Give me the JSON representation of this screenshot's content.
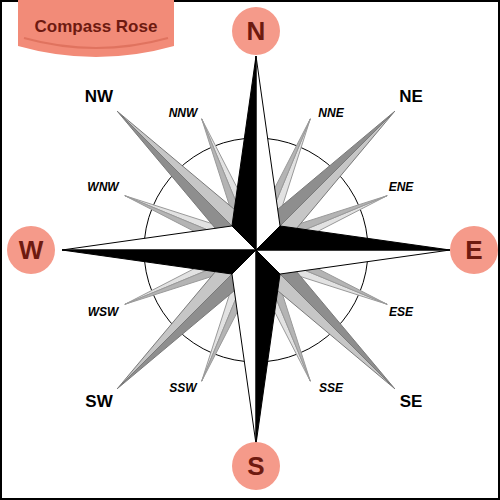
{
  "diagram": {
    "nodes": [
      {
        "text": [
          "Compass Rose"
        ]
      },
      {
        "text": [
          "N"
        ]
      },
      {
        "text": [
          "W"
        ]
      },
      {
        "text": [
          "E"
        ]
      },
      {
        "text": [
          "S"
        ]
      }
    ],
    "labels": [
      "NW",
      "NNW",
      "NNE",
      "NE",
      "WNW",
      "ENE",
      "WSW",
      "ESE",
      "SW",
      "SSW",
      "SSE",
      "SE"
    ]
  }
}
